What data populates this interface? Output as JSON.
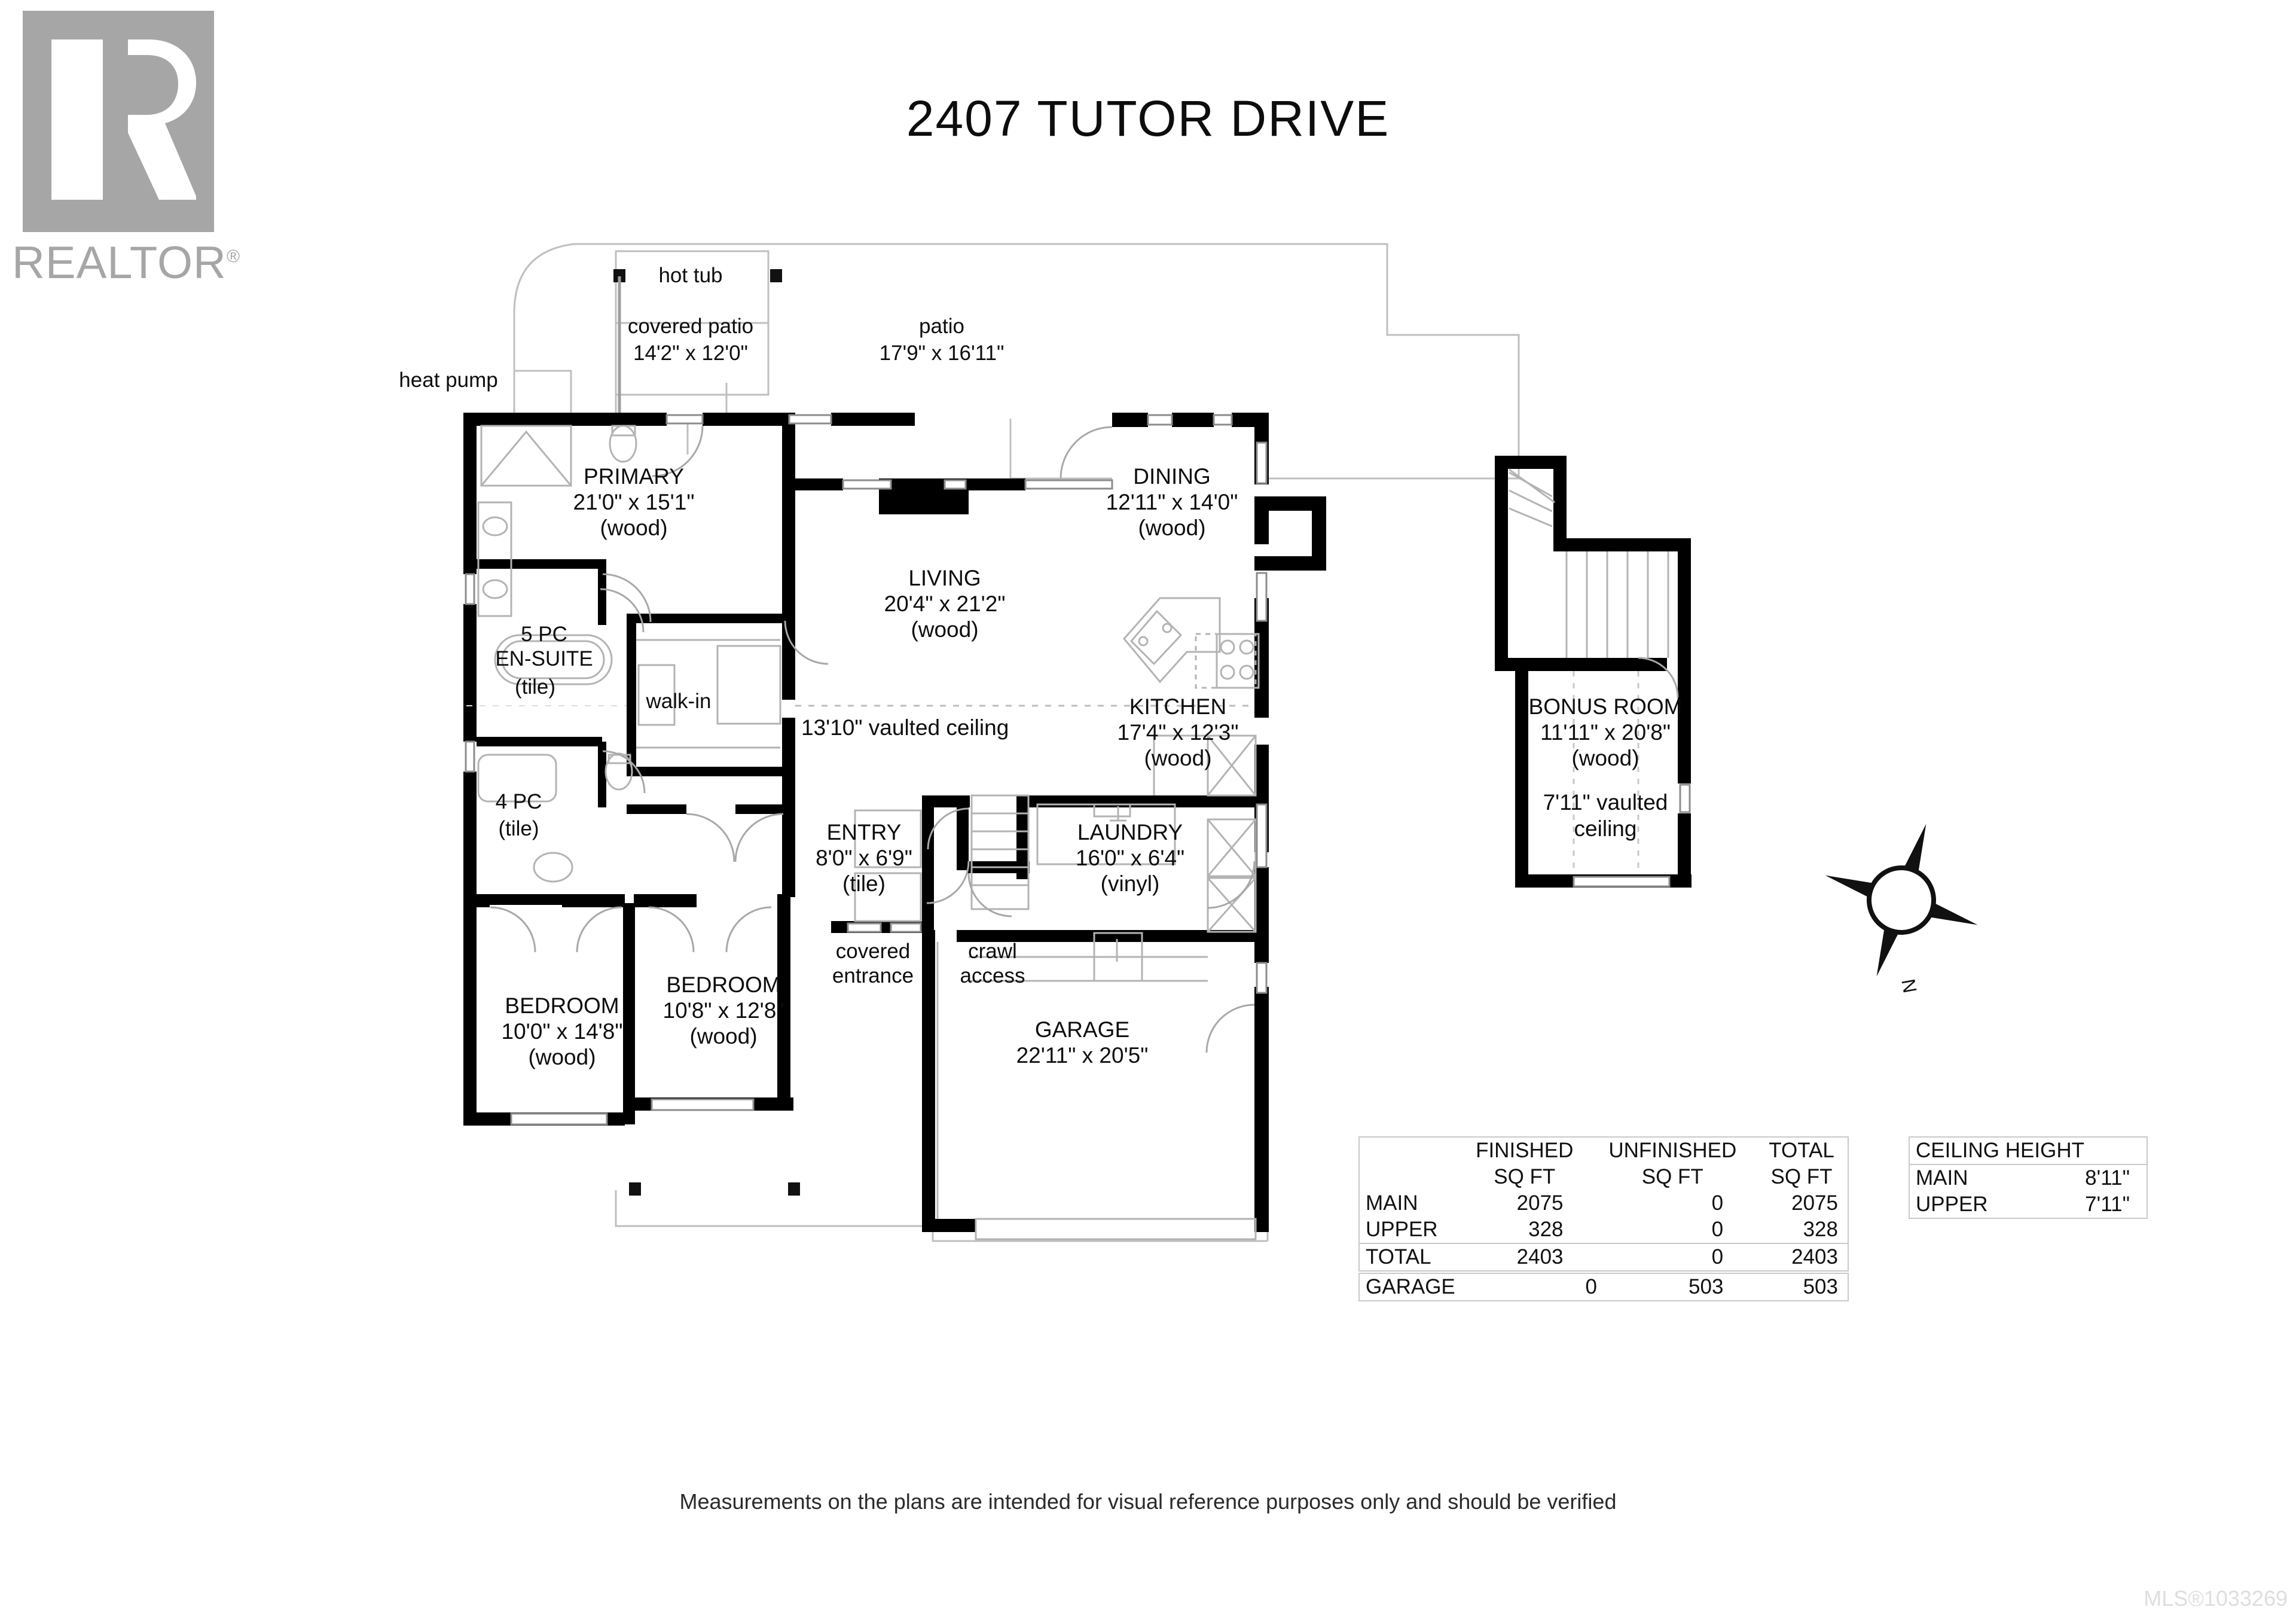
{
  "page": {
    "title": "2407 TUTOR DRIVE",
    "disclaimer": "Measurements on the plans are intended for visual reference purposes only and should be verified",
    "mls_id": "MLS®1033269",
    "colors": {
      "wall": "#000000",
      "logo_gray": "#a6a6a6",
      "thin_line": "#bfbfbf",
      "mls_gray": "#dedede"
    }
  },
  "logo": {
    "wordmark": "REALTOR",
    "registered_mark": "®"
  },
  "exterior_labels": {
    "heat_pump": "heat pump",
    "hot_tub": "hot tub",
    "covered_patio_name": "covered patio",
    "covered_patio_dims": "14'2\" x 12'0\"",
    "patio_name": "patio",
    "patio_dims": "17'9\" x 16'11\"",
    "covered_entrance": "covered\nentrance",
    "crawl_access": "crawl\naccess"
  },
  "rooms": [
    {
      "id": "primary",
      "name": "PRIMARY",
      "dims": "21'0\" x 15'1\"",
      "material": "(wood)"
    },
    {
      "id": "ensuite",
      "name": "5 PC\nEN-SUITE",
      "dims": "",
      "material": "(tile)"
    },
    {
      "id": "walkin",
      "name": "walk-in",
      "dims": "",
      "material": ""
    },
    {
      "id": "bath4pc",
      "name": "4 PC",
      "dims": "",
      "material": "(tile)"
    },
    {
      "id": "living",
      "name": "LIVING",
      "dims": "20'4\" x 21'2\"",
      "material": "(wood)"
    },
    {
      "id": "dining",
      "name": "DINING",
      "dims": "12'11\" x 14'0\"",
      "material": "(wood)"
    },
    {
      "id": "kitchen",
      "name": "KITCHEN",
      "dims": "17'4\" x 12'3\"",
      "material": "(wood)"
    },
    {
      "id": "laundry",
      "name": "LAUNDRY",
      "dims": "16'0\" x 6'4\"",
      "material": "(vinyl)"
    },
    {
      "id": "entry",
      "name": "ENTRY",
      "dims": "8'0\" x 6'9\"",
      "material": "(tile)"
    },
    {
      "id": "bedroom1",
      "name": "BEDROOM",
      "dims": "10'0\" x 14'8\"",
      "material": "(wood)"
    },
    {
      "id": "bedroom2",
      "name": "BEDROOM",
      "dims": "10'8\" x 12'8\"",
      "material": "(wood)"
    },
    {
      "id": "garage",
      "name": "GARAGE",
      "dims": "22'11\" x 20'5\"",
      "material": ""
    },
    {
      "id": "bonus",
      "name": "BONUS ROOM",
      "dims": "11'11\" x 20'8\"",
      "material": "(wood)"
    }
  ],
  "ceiling_notes": {
    "main_vault": "13'10\" vaulted ceiling",
    "bonus_vault": "7'11\" vaulted\nceiling"
  },
  "sqft_table": {
    "column_headers": [
      {
        "line1": "",
        "line2": ""
      },
      {
        "line1": "FINISHED",
        "line2": "SQ FT"
      },
      {
        "line1": "UNFINISHED",
        "line2": "SQ FT"
      },
      {
        "line1": "TOTAL",
        "line2": "SQ FT"
      }
    ],
    "rows": [
      {
        "label": "MAIN",
        "finished": "2075",
        "unfinished": "0",
        "total": "2075"
      },
      {
        "label": "UPPER",
        "finished": "328",
        "unfinished": "0",
        "total": "328"
      },
      {
        "label": "TOTAL",
        "finished": "2403",
        "unfinished": "0",
        "total": "2403"
      }
    ]
  },
  "garage_table": {
    "rows": [
      {
        "label": "GARAGE",
        "finished": "0",
        "unfinished": "503",
        "total": "503"
      }
    ]
  },
  "ceiling_height_table": {
    "title": "CEILING HEIGHT",
    "rows": [
      {
        "label": "MAIN",
        "value": "8'11\""
      },
      {
        "label": "UPPER",
        "value": "7'11\""
      }
    ]
  },
  "compass": {
    "north_label": "N"
  }
}
